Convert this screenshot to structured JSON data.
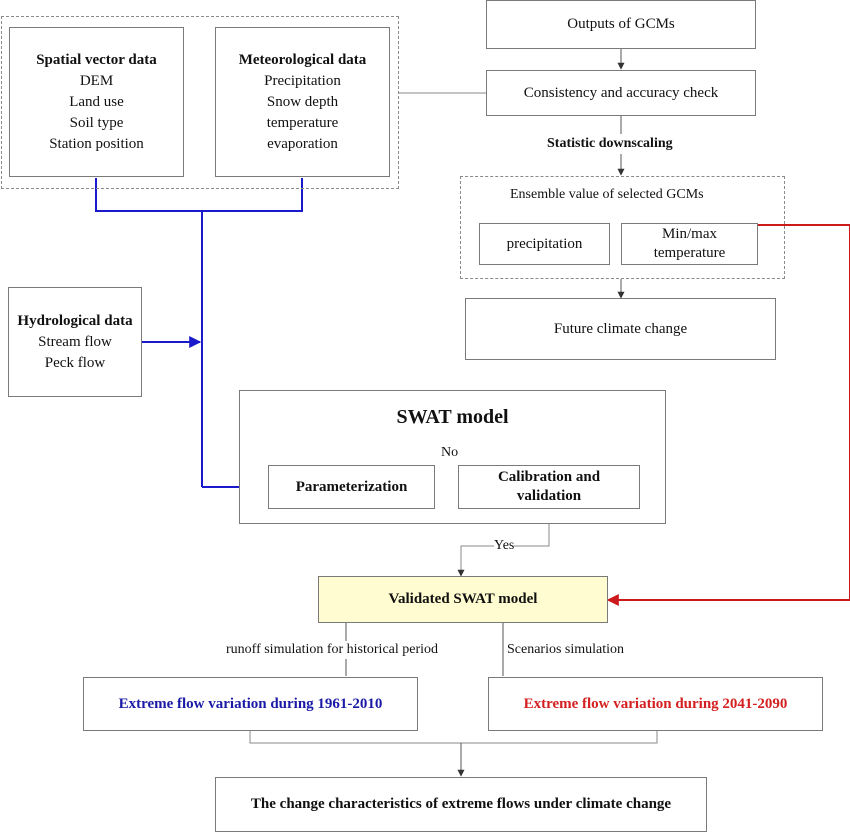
{
  "input_group": {
    "spatial": {
      "title": "Spatial vector data",
      "items": [
        "DEM",
        "Land use",
        "Soil type",
        "Station position"
      ]
    },
    "meteorological": {
      "title": "Meteorological data",
      "items": [
        "Precipitation",
        "Snow depth",
        "temperature",
        "evaporation"
      ]
    }
  },
  "hydrological": {
    "title": "Hydrological data",
    "items": [
      "Stream flow",
      "Peck flow"
    ]
  },
  "gcm": {
    "outputs": "Outputs of GCMs",
    "check": "Consistency and accuracy check",
    "downscaling": "Statistic downscaling",
    "ensemble_title": "Ensemble value of selected GCMs",
    "precipitation": "precipitation",
    "temperature_line1": "Min/max",
    "temperature_line2": "temperature",
    "future": "Future climate change"
  },
  "swat": {
    "title": "SWAT model",
    "parameterization": "Parameterization",
    "calibration_line1": "Calibration and",
    "calibration_line2": "validation",
    "no_label": "No",
    "yes_label": "Yes",
    "validated": "Validated SWAT model",
    "validated_fill": "#fefcd0"
  },
  "outputs": {
    "historical_label": "runoff simulation for historical period",
    "scenarios_label": "Scenarios simulation",
    "historical": "Extreme flow variation during 1961-2010",
    "historical_color": "#1a1aa6",
    "future": "Extreme flow variation during 2041-2090",
    "future_color": "#d42020",
    "final": "The change characteristics of extreme flows under climate change"
  },
  "colors": {
    "blue_arrow": "#1a1acc",
    "red_arrow": "#cc1a1a",
    "line": "#8a8a8a"
  }
}
